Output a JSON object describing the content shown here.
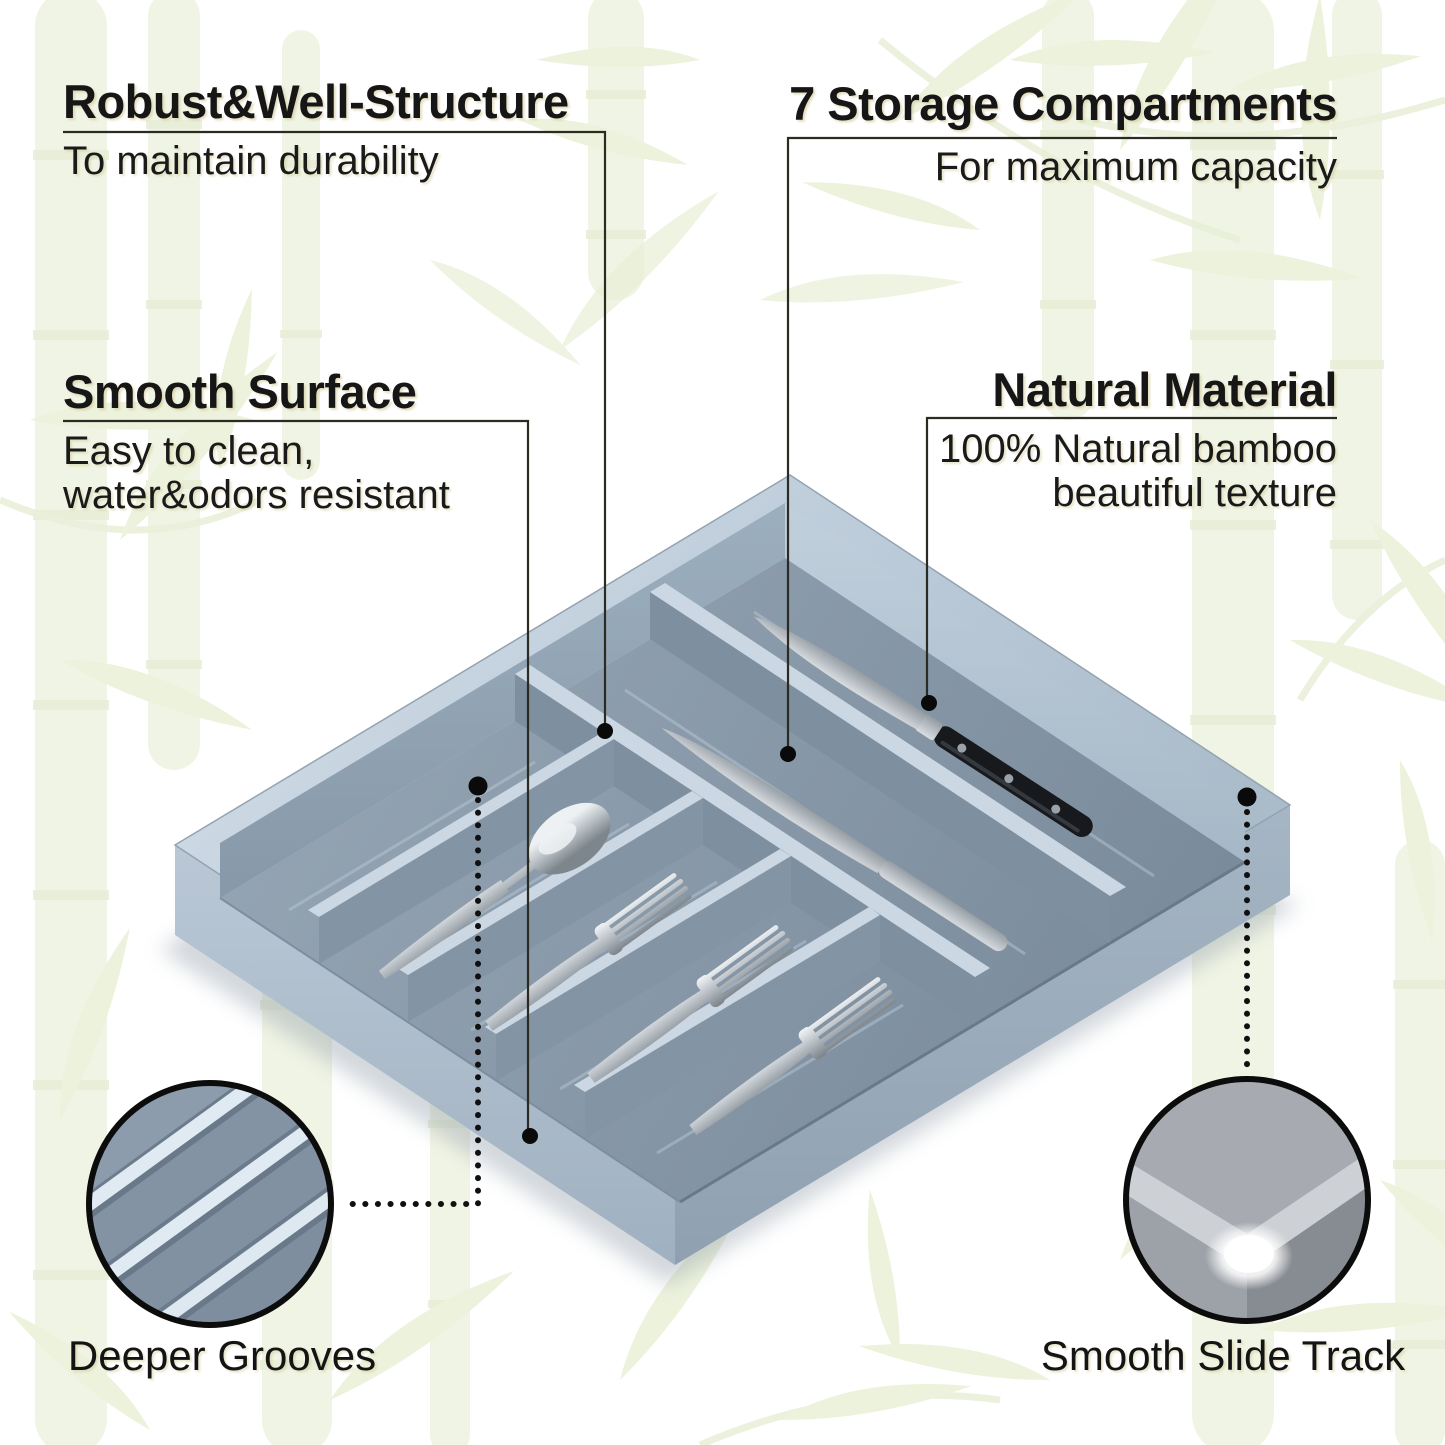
{
  "callouts": {
    "robust": {
      "title": "Robust&Well-Structure",
      "line1": "To maintain durability"
    },
    "storage": {
      "title": "7 Storage Compartments",
      "line1": "For maximum capacity"
    },
    "smooth": {
      "title": "Smooth Surface",
      "line1": "Easy to clean,",
      "line2": "water&odors resistant"
    },
    "natural": {
      "title": "Natural Material",
      "line1": "100% Natural bamboo",
      "line2": "beautiful texture"
    }
  },
  "insets": {
    "grooves": {
      "label": "Deeper Grooves"
    },
    "slide": {
      "label": "Smooth Slide Track"
    }
  },
  "product": {
    "kind": "7-compartment cutlery drawer organizer tray",
    "compartments": 7,
    "visible_items": [
      "spoon",
      "fork",
      "fork",
      "fork",
      "table knife",
      "black-handle knife"
    ],
    "tray_color": "#b7c6d4",
    "tray_floor_color": "#8494a3",
    "background_motif_color": "#e7eed4",
    "line_color": "#2b2b22"
  }
}
